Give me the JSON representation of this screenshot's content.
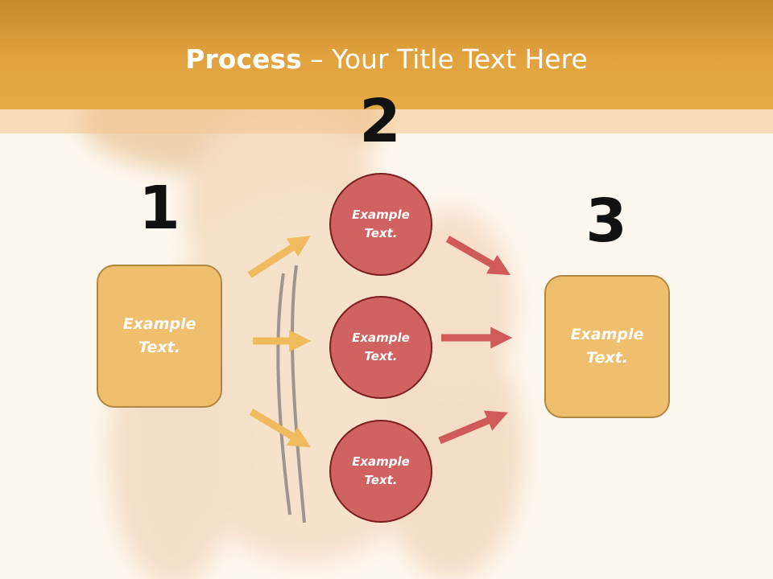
{
  "title": {
    "bold": "Process",
    "rest": " – Your Title Text Here"
  },
  "steps": {
    "one": {
      "number": "1",
      "box_line1": "Example",
      "box_line2": "Text."
    },
    "two": {
      "number": "2",
      "circles": [
        {
          "line1": "Example",
          "line2": "Text."
        },
        {
          "line1": "Example",
          "line2": "Text."
        },
        {
          "line1": "Example",
          "line2": "Text."
        }
      ]
    },
    "three": {
      "number": "3",
      "box_line1": "Example",
      "box_line2": "Text."
    }
  },
  "colors": {
    "title_band": "#e2a33f",
    "box_fill": "#f0bf6e",
    "box_border": "#b38640",
    "circle_fill": "#d16262",
    "circle_border": "#7a1e1e",
    "arrow_left": "#f0bb5f",
    "arrow_right": "#d05a5a"
  },
  "background_image": "baby-in-hat-photo"
}
